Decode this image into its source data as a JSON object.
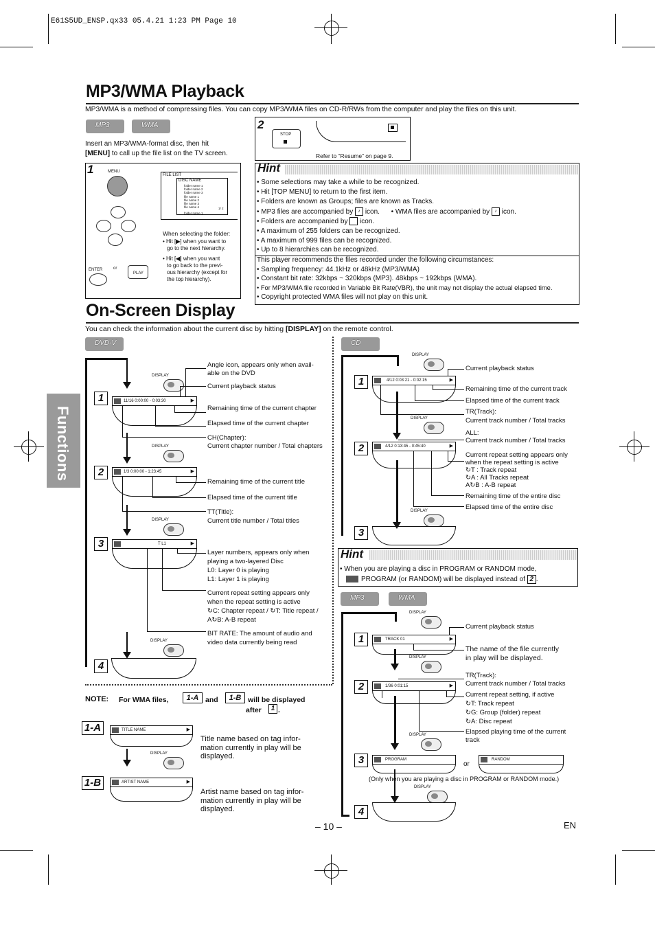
{
  "header_line": "E61S5UD_ENSP.qx33  05.4.21  1:23 PM  Page 10",
  "mp3wma": {
    "title": "MP3/WMA Playback",
    "intro": "MP3/WMA is a method of compressing files. You can copy MP3/WMA files on CD-R/RWs from the computer and play the files on this unit.",
    "badge_mp3": "MP3",
    "badge_wma": "WMA",
    "insert_text_1": "Insert an MP3/WMA-format disc, then hit",
    "insert_menu": "[MENU]",
    "insert_text_2": " to call up the file list on the TV screen.",
    "step1": "1",
    "step2": "2",
    "menu_label": "MENU",
    "enter_label": "ENTER",
    "or_label": "or",
    "play_label": "PLAY",
    "stop_label": "STOP",
    "refer_resume": "Refer to “Resume” on page 9.",
    "file_list_title": "FILE LIST",
    "file_list_disc": "DISC NAME",
    "file_list_items": [
      "folder name 1",
      "folder name 2",
      "folder name 3",
      "file name 1",
      "file name 2",
      "file name 3",
      "file name 4"
    ],
    "file_list_page": "1/ 2",
    "file_list_bottom": "folder name 1",
    "folder_heading": "When selecting the folder:",
    "folder_bullet_1a": "Hit [",
    "folder_bullet_1b": "] when you want to",
    "folder_bullet_1c": "go to the next hierarchy.",
    "folder_bullet_2a": "Hit [",
    "folder_bullet_2b": "] when you want",
    "folder_bullet_2c": "to go back to the previ-",
    "folder_bullet_2d": "ous hierarchy (except for",
    "folder_bullet_2e": "the top hierarchy).",
    "hint_title": "Hint",
    "hint_items": [
      "Some selections may take a while to be recognized.",
      "Hit [TOP MENU] to return to the first item.",
      "Folders are known as Groups; files are known as Tracks.",
      "MP3 files are accompanied by",
      "Folders are accompanied by",
      "A maximum of 255 folders can be recognized.",
      "A maximum of 999 files can be recognized.",
      "Up to 8 hierarchies can be recognized."
    ],
    "hint_icon_suffix": "icon.",
    "hint_wma": "• WMA files are accompanied by",
    "hint_recommend": "This player recommends the files recorded under the following circumstances:",
    "hint_items2": [
      "Sampling frequency: 44.1kHz or 48kHz (MP3/WMA)",
      "Constant bit rate: 32kbps ~ 320kbps (MP3). 48kbps ~ 192kbps (WMA).",
      "For MP3/WMA file recorded in Variable Bit Rate(VBR), the unit may not display the actual elapsed time.",
      "Copyright protected WMA files will not play on this unit."
    ]
  },
  "osd": {
    "title": "On-Screen Display",
    "intro_a": "You can check the information about the current disc by hitting ",
    "intro_b": "[DISPLAY]",
    "intro_c": " on the remote control.",
    "display_label": "DISPLAY",
    "dvd_badge": "DVD-V",
    "cd_badge": "CD",
    "mp3_badge": "MP3",
    "wma_badge": "WMA",
    "dvd": {
      "screen1": "11/16  0:00:00 - 0:03:30",
      "screen2": "1/3    0:00:00 - 1:23:45",
      "screen3": "T   L1",
      "labels": [
        "Angle icon, appears only when avail-",
        "able on the DVD",
        "Current playback status",
        "Remaining time of the current chapter",
        "Elapsed time of the current chapter",
        "CH(Chapter):",
        "Current chapter number / Total chapters",
        "Remaining time of the current title",
        "Elapsed time of the current title",
        "TT(Title):",
        "Current title number / Total titles",
        "Layer numbers, appears only when",
        "playing a two-layered Disc",
        "L0: Layer 0 is playing",
        "L1: Layer 1 is playing",
        "Current repeat setting appears only",
        "when the repeat setting is active",
        "↻C: Chapter repeat / ↻T: Title repeat /",
        "A↻B: A-B repeat",
        "BIT RATE: The amount of audio and",
        "video data currently being read"
      ]
    },
    "note_label": "NOTE:",
    "note_text_a": "For WMA files,",
    "note_and": "and",
    "note_text_b": "will be displayed",
    "note_after": "after",
    "note_1": "1",
    "badge_1a": "1-A",
    "badge_1b": "1-B",
    "title_name": "TITLE NAME",
    "artist_name": "ARTIST NAME",
    "title_desc": [
      "Title name based on tag infor-",
      "mation currently in play will be",
      "displayed."
    ],
    "artist_desc": [
      "Artist name based on tag infor-",
      "mation currently in play will be",
      "displayed."
    ],
    "cd": {
      "screen1": "4/12   0:03:21 - 0:02:15",
      "screen2": "4/12  0:13:45 - 0:45:40",
      "labels": [
        "Current playback status",
        "Remaining time of the current track",
        "Elapsed time of the current track",
        "TR(Track):",
        "Current track number / Total tracks",
        "ALL:",
        "Current track number / Total tracks",
        "Current repeat setting appears only",
        "when the repeat setting is active",
        "↻T    : Track repeat",
        "↻A    : All Tracks repeat",
        "A↻B  : A-B repeat",
        "Remaining time of the entire disc",
        "Elapsed time of the entire disc"
      ]
    },
    "hint2_title": "Hint",
    "hint2_line1": "• When you are playing a disc in PROGRAM or RANDOM  mode,",
    "hint2_line2": "PROGRAM (or RANDOM) will be displayed instead of",
    "hint2_badge": "2",
    "mp3": {
      "screen1": "TRACK 01",
      "screen2": "1/36   0:01:15",
      "screen3a": "PROGRAM",
      "screen3b": "RANDOM",
      "or": "or",
      "only_when": "(Only when you are playing a disc in PROGRAM or RANDOM mode.)",
      "labels": [
        "Current playback status",
        "The name of the file currently",
        "in play will be displayed.",
        "TR(Track):",
        "Current track number / Total tracks",
        "Current repeat setting, if active",
        "↻T: Track repeat",
        "↻G: Group (folder) repeat",
        "↻A: Disc repeat",
        "Elapsed playing time of the current",
        "track"
      ]
    },
    "steps": [
      "1",
      "2",
      "3",
      "4"
    ]
  },
  "sidebar_tab": "Functions",
  "page_number": "– 10 –",
  "lang": "EN"
}
